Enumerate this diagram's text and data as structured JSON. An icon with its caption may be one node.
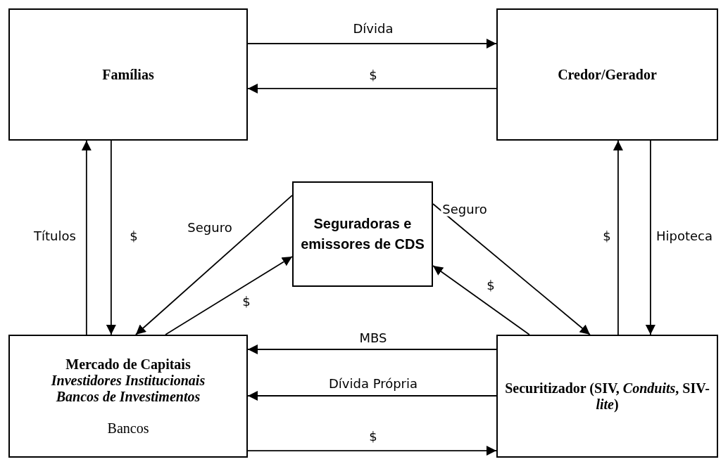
{
  "diagram": {
    "nodes": [
      {
        "text": [
          "Famílias"
        ]
      },
      {
        "text": [
          "Credor/Gerador"
        ]
      },
      {
        "text": [
          "Seguradoras e emissores de CDS"
        ]
      },
      {
        "text": [
          "Mercado de Capitais",
          "Investidores Institucionais",
          "Bancos de Investimentos",
          "Bancos"
        ]
      },
      {
        "text": [
          "Securitizador (SIV, *Conduits*, SIV-*lite*)"
        ]
      }
    ],
    "edges": [
      {
        "from": 0,
        "to": 1,
        "arrow": "to",
        "label": "Dívida"
      },
      {
        "from": 1,
        "to": 0,
        "arrow": "to",
        "label": "$"
      },
      {
        "from": 3,
        "to": 0,
        "arrow": "to",
        "label": "Títulos"
      },
      {
        "from": 0,
        "to": 3,
        "arrow": "to",
        "label": "$"
      },
      {
        "from": 2,
        "to": 3,
        "arrow": "to",
        "label": "Seguro"
      },
      {
        "from": 3,
        "to": 2,
        "arrow": "to",
        "label": "$"
      },
      {
        "from": 2,
        "to": 4,
        "arrow": "to",
        "label": "Seguro"
      },
      {
        "from": 4,
        "to": 2,
        "arrow": "to",
        "label": "$"
      },
      {
        "from": 4,
        "to": 1,
        "arrow": "to",
        "label": "$"
      },
      {
        "from": 1,
        "to": 4,
        "arrow": "to",
        "label": "Hipoteca"
      },
      {
        "from": 4,
        "to": 3,
        "arrow": "to",
        "label": "MBS"
      },
      {
        "from": 4,
        "to": 3,
        "arrow": "to",
        "label": "Dívida Própria"
      },
      {
        "from": 3,
        "to": 4,
        "arrow": "to",
        "label": "$"
      }
    ]
  }
}
